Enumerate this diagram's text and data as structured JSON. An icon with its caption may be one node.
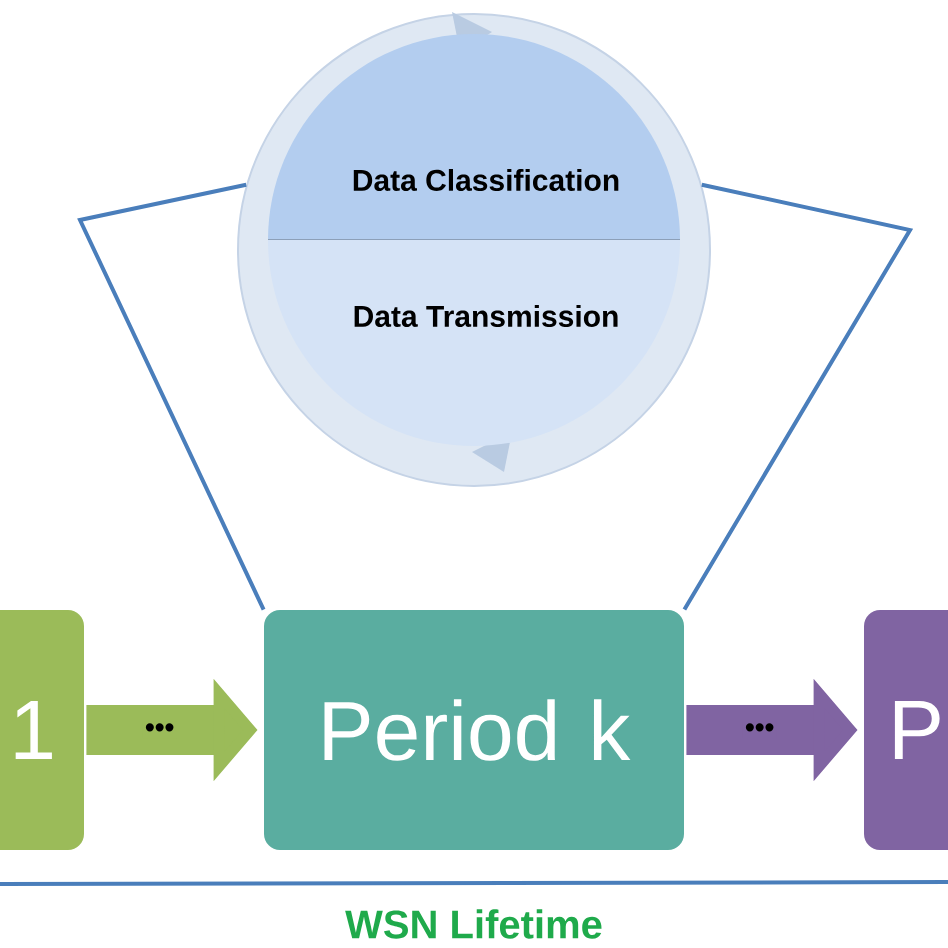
{
  "diagram": {
    "nodes": [
      {
        "text": [],
        "shape": "circle"
      },
      {
        "text": [
          "Data Classification"
        ],
        "in": 0
      },
      {
        "text": [
          "Data Transmission"
        ],
        "in": 0
      },
      {
        "text": [
          "1"
        ]
      },
      {
        "text": [
          "Period k"
        ]
      },
      {
        "text": [
          "P"
        ]
      }
    ],
    "edges": [
      {
        "from": 0,
        "to": 4,
        "arrow": "none",
        "color": "#4a7ebb"
      },
      {
        "from": 0,
        "to": 4,
        "arrow": "none",
        "color": "#4a7ebb"
      },
      {
        "from": 3,
        "to": 4,
        "arrow": "to",
        "label": "•••",
        "style": "thick",
        "color": "#9bbb59"
      },
      {
        "from": 4,
        "to": 5,
        "arrow": "to",
        "label": "•••",
        "style": "thick",
        "color": "#8064a2"
      }
    ],
    "labels": [
      "WSN Lifetime"
    ]
  }
}
